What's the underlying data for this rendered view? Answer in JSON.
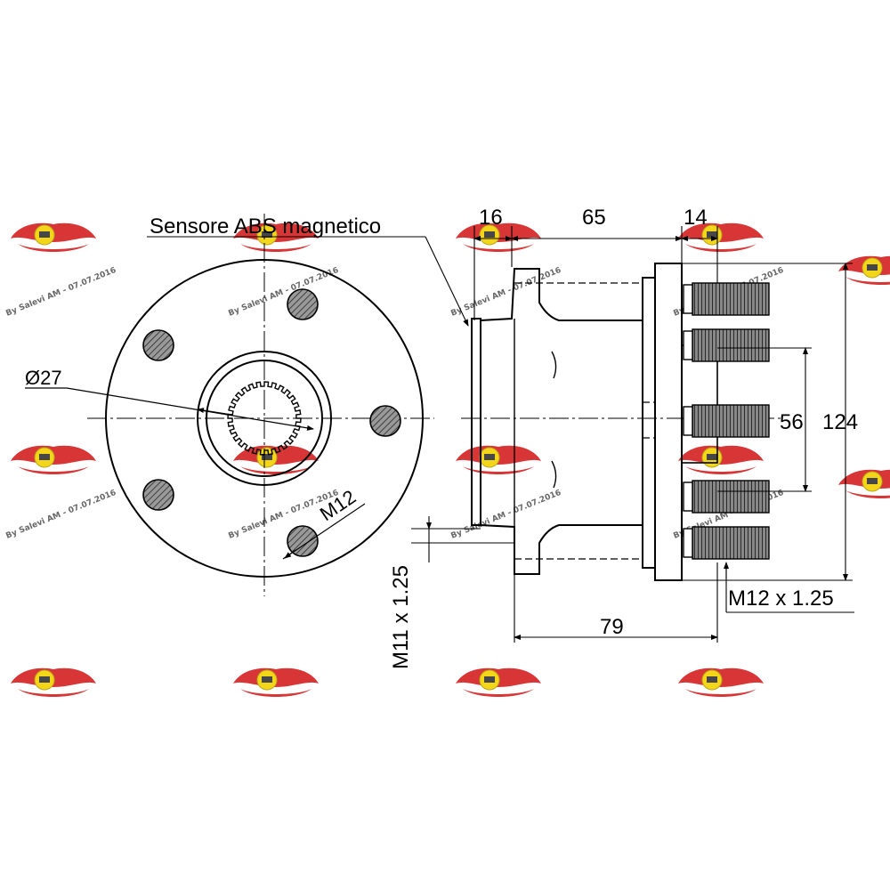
{
  "diagram": {
    "labels": {
      "sensor": "Sensore ABS magnetico",
      "bore_diameter": "Ø27",
      "hole_thread": "M12",
      "dim_16": "16",
      "dim_65": "65",
      "dim_14": "14",
      "dim_56": "56",
      "dim_124": "124",
      "dim_79": "79",
      "thread_m11": "M11 x 1.25",
      "thread_m12": "M12 x 1.25"
    },
    "watermark": {
      "text": "By Salevi AM - 07.07.2016",
      "color": "#d42020"
    },
    "colors": {
      "line": "#000000",
      "bolt_fill": "#555555"
    }
  }
}
